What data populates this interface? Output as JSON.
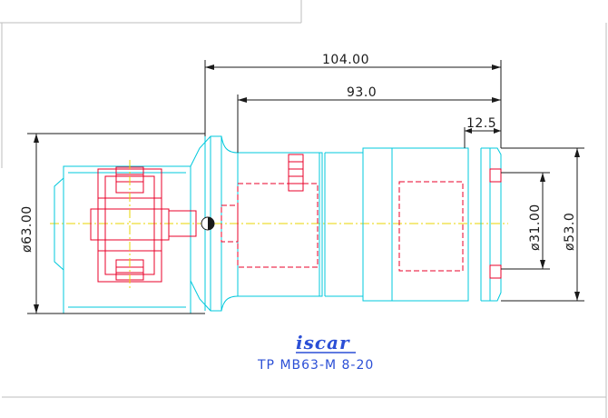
{
  "drawing": {
    "dimensions": {
      "total_length": "104.00",
      "body_length": "93.0",
      "front_step": "12.5",
      "shank_diameter": "ø63.00",
      "bore_diameter": "ø31.00",
      "body_diameter": "ø53.0"
    },
    "logo": "iscar",
    "model": "TP MB63-M 8-20"
  },
  "colors": {
    "outline": "#00c8dc",
    "hidden": "#e8002a",
    "centerline": "#e8d400",
    "dimension": "#1a1a1a",
    "brand": "#2b4fd6"
  }
}
